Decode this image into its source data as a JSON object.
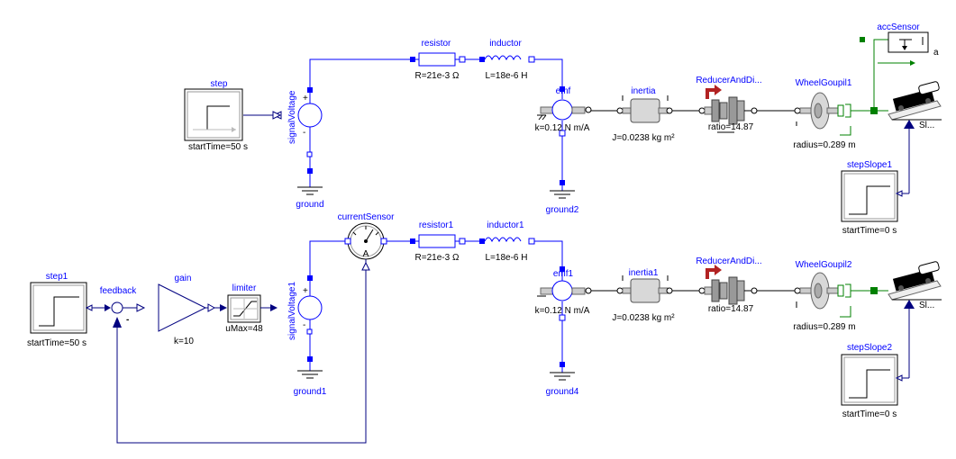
{
  "diagram": {
    "colors": {
      "electrical": "#0000ff",
      "signal": "#000080",
      "mechanical": "#000000",
      "translational": "#008000",
      "label": "#0000ff",
      "accent": "#b22222"
    },
    "top": {
      "step": {
        "name": "step",
        "param": "startTime=50 s"
      },
      "signalVoltage": {
        "name": "signalVoltage"
      },
      "ground": {
        "name": "ground"
      },
      "resistor": {
        "name": "resistor",
        "param": "R=21e-3 Ω"
      },
      "inductor": {
        "name": "inductor",
        "param": "L=18e-6 H"
      },
      "emf": {
        "name": "emf",
        "param": "k=0.12 N m/A"
      },
      "ground2": {
        "name": "ground2"
      },
      "inertia": {
        "name": "inertia",
        "param": "J=0.0238 kg m²"
      },
      "reducer": {
        "name": "ReducerAndDi...",
        "param": "ratio=14.87"
      },
      "wheel": {
        "name": "WheelGoupil1",
        "param": "radius=0.289 m"
      },
      "accSensor": {
        "name": "accSensor",
        "unit": "a"
      },
      "slope": {
        "name": "Sl..."
      },
      "stepSlope": {
        "name": "stepSlope1",
        "param": "startTime=0 s"
      }
    },
    "bottom": {
      "step1": {
        "name": "step1",
        "param": "startTime=50 s"
      },
      "feedback": {
        "name": "feedback",
        "minus": "-"
      },
      "gain": {
        "name": "gain",
        "param": "k=10"
      },
      "limiter": {
        "name": "limiter",
        "param": "uMax=48"
      },
      "signalVoltage1": {
        "name": "signalVoltage1"
      },
      "ground1": {
        "name": "ground1"
      },
      "currentSensor": {
        "name": "currentSensor",
        "unit": "A"
      },
      "resistor1": {
        "name": "resistor1",
        "param": "R=21e-3 Ω"
      },
      "inductor1": {
        "name": "inductor1",
        "param": "L=18e-6 H"
      },
      "emf1": {
        "name": "emf1",
        "param": "k=0.12 N m/A"
      },
      "ground4": {
        "name": "ground4"
      },
      "inertia1": {
        "name": "inertia1",
        "param": "J=0.0238 kg m²"
      },
      "reducer": {
        "name": "ReducerAndDi...",
        "param": "ratio=14.87"
      },
      "wheel": {
        "name": "WheelGoupil2",
        "param": "radius=0.289 m"
      },
      "slope": {
        "name": "Sl..."
      },
      "stepSlope": {
        "name": "stepSlope2",
        "param": "startTime=0 s"
      }
    }
  }
}
